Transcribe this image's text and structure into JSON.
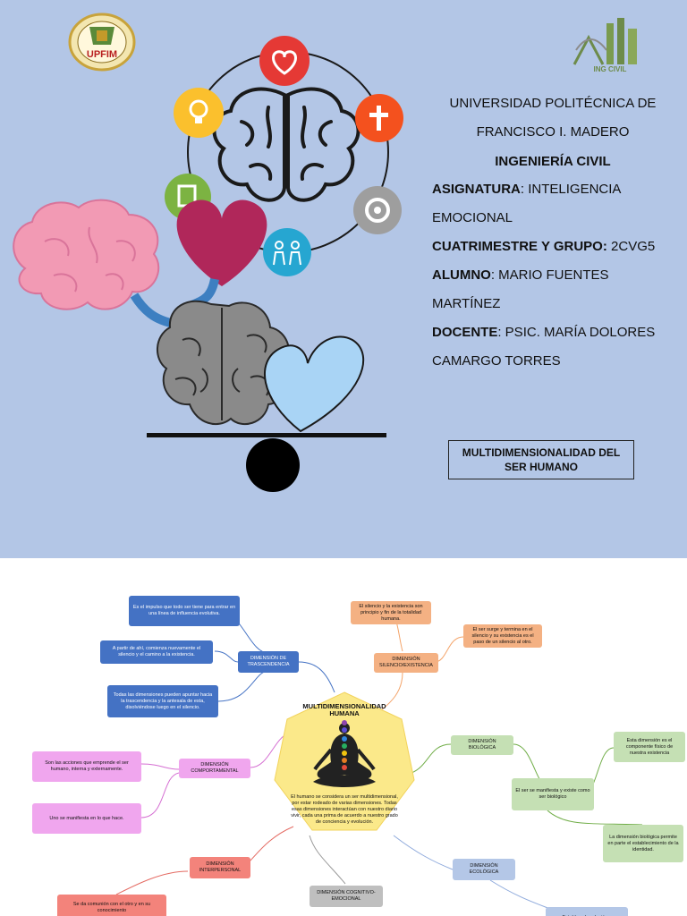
{
  "cover": {
    "logo_left_text": "UPFIM",
    "logo_right_text": "ING CIVIL",
    "university_line1": "UNIVERSIDAD POLITÉCNICA DE",
    "university_line2": "FRANCISCO I. MADERO",
    "career": "INGENIERÍA CIVIL",
    "subject_label": "ASIGNATURA",
    "subject_value_line1": ":  INTELIGENCIA",
    "subject_value_line2": "EMOCIONAL",
    "group_label": "CUATRIMESTRE Y GRUPO:",
    "group_value": " 2CVG5",
    "student_label": "ALUMNO",
    "student_value_line1": ": MARIO FUENTES",
    "student_value_line2": "MARTÍNEZ",
    "teacher_label": "DOCENTE",
    "teacher_value_line1": ": PSIC. MARÍA DOLORES",
    "teacher_value_line2": "CAMARGO TORRES",
    "title_line1": "MULTIDIMENSIONALIDAD DEL",
    "title_line2": "SER HUMANO"
  },
  "mindmap": {
    "center_title_1": "MULTIDIMENSIONALIDAD",
    "center_title_2": "HUMANA",
    "center_text": "El humano se considera un ser multidimensional, por estar rodeado de varias dimensiones. Todas esas dimensiones interactúan con nuestro diario vivir, cada una prima de acuerdo a nuestro grado de conciencia y evolución.",
    "trascendencia": "DIMENSIÓN DE TRASCENDENCIA",
    "trasc_1": "Es el impulso que todo ser tiene para entrar en una línea de influencia evolutiva.",
    "trasc_2": "A partir de ahí, comienza nuevamente el silencio y el camino a la existencia.",
    "trasc_3": "Todas las dimensiones pueden apuntar hacia la trascendencia y  la antesala de esta, disolviéndose luego en el silencio.",
    "silencio": "DIMENSIÓN SILENCIO/EXISTENCIA",
    "silencio_1": "El silencio y la existencia son principio y fin de la totalidad humana.",
    "silencio_2": "El ser surge y termina en el silencio y su existencia es el paso de un silencio al otro.",
    "comportamental": "DIMENSIÓN COMPORTAMENTAL",
    "comp_1": "Son las acciones que emprende el ser humano, interna y externamente.",
    "comp_2": "Uno se manifiesta en lo que hace.",
    "biologica": "DIMENSIÓN BIOLÓGICA",
    "bio_1": "El ser se manifiesta y existe como ser biológico",
    "bio_2": "Esta dimensión es el componente físico de nuestra existencia",
    "bio_3": "La dimensión biológica permite en parte el establecimiento de la identidad.",
    "interpersonal": "DIMENSIÓN INTERPERSONAL",
    "inter_1": "Se da comunión con el otro y en su conocimiento",
    "cognitivo": "DIMENSIÓN COGNITIVO-EMOCIONAL",
    "ecologica": "DIMENSIÓN ECOLÓGICA",
    "eco_1": "Establece la relación y"
  },
  "colors": {
    "cover_bg": "#b3c6e6",
    "blue_node": "#4472c4",
    "orange_node": "#f4b183",
    "pink_node": "#f0a6ee",
    "green_node": "#c5e0b4",
    "salmon_node": "#f3837b",
    "light_blue_node": "#b4c7e7",
    "gray_node": "#bfbfbf",
    "heptagon": "#fbe98a"
  }
}
